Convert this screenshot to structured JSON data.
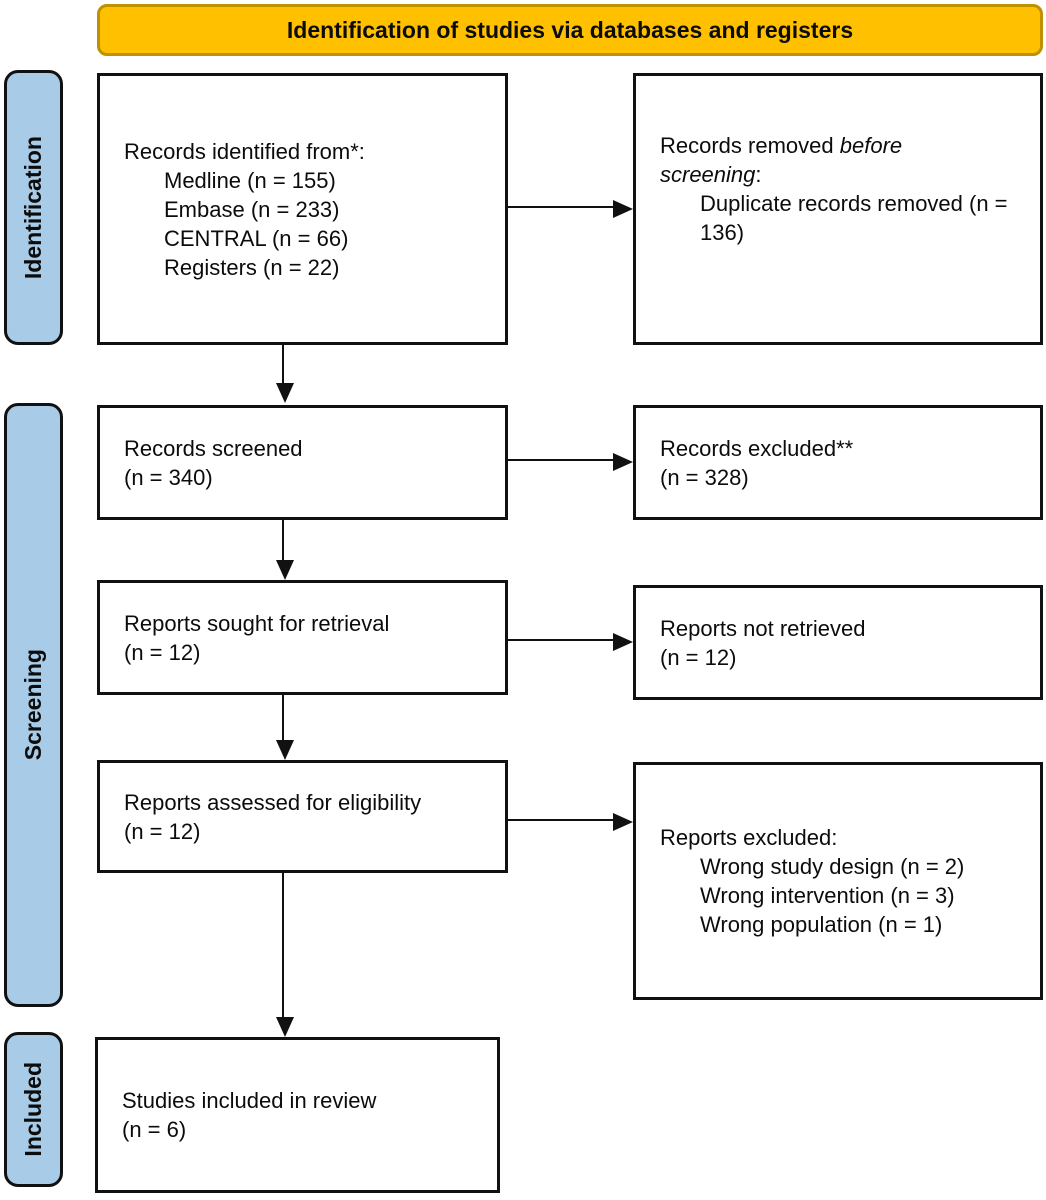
{
  "header": {
    "title": "Identification of studies via databases and registers"
  },
  "sidebar": {
    "identification": "Identification",
    "screening": "Screening",
    "included": "Included"
  },
  "boxes": {
    "records_identified": {
      "title": "Records identified from*:",
      "items": [
        "Medline (n = 155)",
        "Embase (n = 233)",
        "CENTRAL (n = 66)",
        "Registers (n = 22)"
      ]
    },
    "records_removed": {
      "title_prefix": "Records removed ",
      "title_italic": "before screening",
      "title_suffix": ":",
      "items": [
        "Duplicate records removed (n = 136)"
      ]
    },
    "records_screened": {
      "line1": "Records screened",
      "line2": "(n = 340)"
    },
    "records_excluded": {
      "line1": "Records excluded**",
      "line2": "(n = 328)"
    },
    "reports_sought": {
      "line1": "Reports sought for retrieval",
      "line2": "(n = 12)"
    },
    "reports_not_retrieved": {
      "line1": "Reports not retrieved",
      "line2": "(n = 12)"
    },
    "reports_assessed": {
      "line1": "Reports assessed for eligibility",
      "line2": "(n = 12)"
    },
    "reports_excluded": {
      "title": "Reports excluded:",
      "items": [
        "Wrong study design (n = 2)",
        "Wrong intervention (n = 3)",
        "Wrong population (n = 1)"
      ]
    },
    "studies_included": {
      "line1": "Studies included in review",
      "line2": "(n = 6)"
    }
  },
  "colors": {
    "banner_fill": "#FFC000",
    "banner_border": "#BF9000",
    "stage_label_fill": "#A8CBE8",
    "box_border": "#111111"
  }
}
